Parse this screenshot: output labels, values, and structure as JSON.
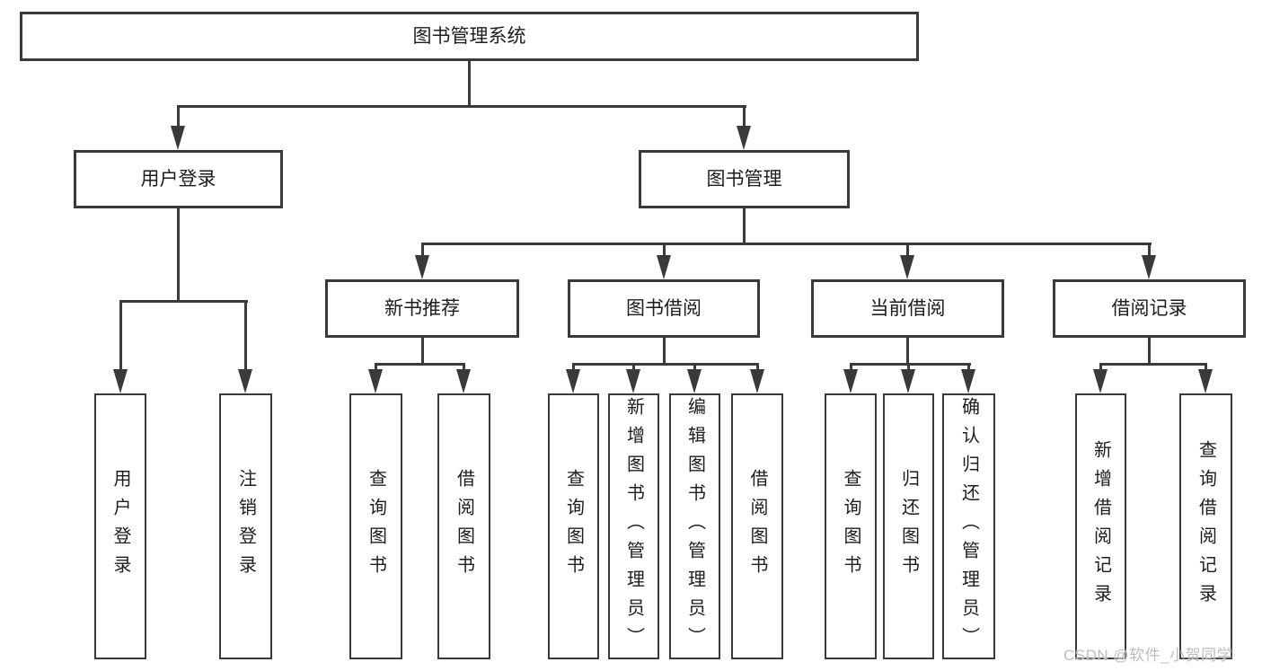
{
  "diagram": {
    "root": {
      "label": "图书管理系统"
    },
    "branches": [
      {
        "label": "用户登录",
        "children": [
          {
            "label": "用户登录"
          },
          {
            "label": "注销登录"
          }
        ]
      },
      {
        "label": "图书管理",
        "children": [
          {
            "label": "新书推荐",
            "children": [
              {
                "label": "查询图书"
              },
              {
                "label": "借阅图书"
              }
            ]
          },
          {
            "label": "图书借阅",
            "children": [
              {
                "label": "查询图书"
              },
              {
                "label": "新增图书（管理员）"
              },
              {
                "label": "编辑图书（管理员）"
              },
              {
                "label": "借阅图书"
              }
            ]
          },
          {
            "label": "当前借阅",
            "children": [
              {
                "label": "查询图书"
              },
              {
                "label": "归还图书"
              },
              {
                "label": "确认归还（管理员）"
              }
            ]
          },
          {
            "label": "借阅记录",
            "children": [
              {
                "label": "新增借阅记录"
              },
              {
                "label": "查询借阅记录"
              }
            ]
          }
        ]
      }
    ]
  },
  "watermark": {
    "text": "CSDN @软件_小贺同学"
  },
  "colors": {
    "line": "#3a3a3a",
    "text": "#1d1d1d",
    "watermark": "#bdbdbd",
    "background": "#ffffff"
  }
}
